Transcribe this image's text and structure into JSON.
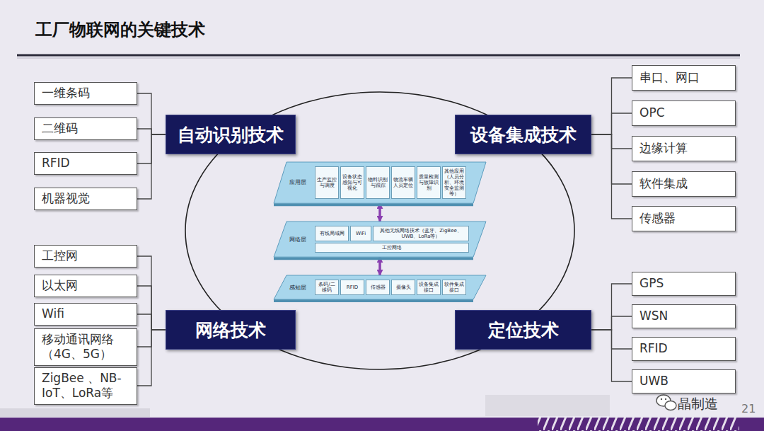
{
  "diagram": {
    "title": "工厂物联网的关键技术",
    "nodes": [
      {
        "text": [
          "一维条码"
        ]
      },
      {
        "text": [
          "二维码"
        ]
      },
      {
        "text": [
          "RFID"
        ]
      },
      {
        "text": [
          "机器视觉"
        ]
      },
      {
        "text": [
          "自动识别技术"
        ]
      },
      {
        "text": [
          "设备集成技术"
        ]
      },
      {
        "text": [
          "串口、网口"
        ]
      },
      {
        "text": [
          "OPC"
        ]
      },
      {
        "text": [
          "边缘计算"
        ]
      },
      {
        "text": [
          "软件集成"
        ]
      },
      {
        "text": [
          "传感器"
        ]
      },
      {
        "text": [
          "应用层"
        ]
      },
      {
        "text": [
          "生产监控与调度"
        ],
        "in": 11
      },
      {
        "text": [
          "设备状态感知与可视化"
        ],
        "in": 11
      },
      {
        "text": [
          "物料识别与跟踪"
        ],
        "in": 11
      },
      {
        "text": [
          "物流车辆人员定位"
        ],
        "in": 11
      },
      {
        "text": [
          "质量检测与故障识别"
        ],
        "in": 11
      },
      {
        "text": [
          "其他应用（人员分析、环境安全监测等）"
        ],
        "in": 11
      },
      {
        "text": [
          "网络层"
        ]
      },
      {
        "text": [
          "有线局域网"
        ],
        "in": 18
      },
      {
        "text": [
          "WiFi"
        ],
        "in": 18
      },
      {
        "text": [
          "其他无线网络技术（蓝牙、ZigBee、UWB、LoRa等）"
        ],
        "in": 18
      },
      {
        "text": [
          "工控网络"
        ],
        "in": 18
      },
      {
        "text": [
          "感知层"
        ]
      },
      {
        "text": [
          "条码/二维码"
        ],
        "in": 23
      },
      {
        "text": [
          "RFID"
        ],
        "in": 23
      },
      {
        "text": [
          "传感器"
        ],
        "in": 23
      },
      {
        "text": [
          "摄像头"
        ],
        "in": 23
      },
      {
        "text": [
          "设备集成接口"
        ],
        "in": 23
      },
      {
        "text": [
          "软件集成接口"
        ],
        "in": 23
      },
      {
        "text": [
          "工控网"
        ]
      },
      {
        "text": [
          "以太网"
        ]
      },
      {
        "text": [
          "Wifi"
        ]
      },
      {
        "text": [
          "移动通讯网络（4G、5G）"
        ]
      },
      {
        "text": [
          "ZigBee 、NB-IoT、LoRa等"
        ]
      },
      {
        "text": [
          "网络技术"
        ]
      },
      {
        "text": [
          "定位技术"
        ]
      },
      {
        "text": [
          "GPS"
        ]
      },
      {
        "text": [
          "WSN"
        ]
      },
      {
        "text": [
          "RFID"
        ]
      },
      {
        "text": [
          "UWB"
        ]
      }
    ],
    "edges": [
      {
        "from": 4,
        "to": 0,
        "arrow": "none"
      },
      {
        "from": 4,
        "to": 1,
        "arrow": "none"
      },
      {
        "from": 4,
        "to": 2,
        "arrow": "none"
      },
      {
        "from": 4,
        "to": 3,
        "arrow": "none"
      },
      {
        "from": 5,
        "to": 6,
        "arrow": "none"
      },
      {
        "from": 5,
        "to": 7,
        "arrow": "none"
      },
      {
        "from": 5,
        "to": 8,
        "arrow": "none"
      },
      {
        "from": 5,
        "to": 9,
        "arrow": "none"
      },
      {
        "from": 5,
        "to": 10,
        "arrow": "none"
      },
      {
        "from": 11,
        "to": 18,
        "arrow": "both"
      },
      {
        "from": 18,
        "to": 23,
        "arrow": "both"
      },
      {
        "from": 35,
        "to": 30,
        "arrow": "none"
      },
      {
        "from": 35,
        "to": 31,
        "arrow": "none"
      },
      {
        "from": 35,
        "to": 32,
        "arrow": "none"
      },
      {
        "from": 35,
        "to": 33,
        "arrow": "none"
      },
      {
        "from": 35,
        "to": 34,
        "arrow": "none"
      },
      {
        "from": 36,
        "to": 37,
        "arrow": "none"
      },
      {
        "from": 36,
        "to": 38,
        "arrow": "none"
      },
      {
        "from": 36,
        "to": 39,
        "arrow": "none"
      },
      {
        "from": 36,
        "to": 40,
        "arrow": "none"
      }
    ],
    "labels": [
      "晶制造",
      "21"
    ]
  }
}
